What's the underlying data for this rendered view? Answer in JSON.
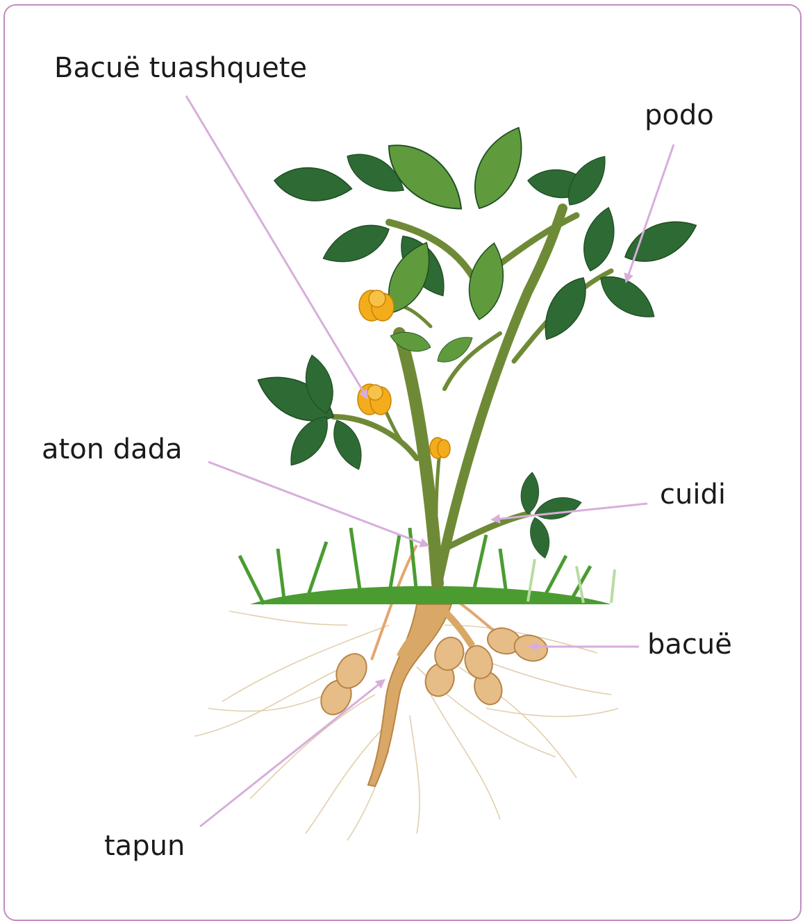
{
  "labels": {
    "flower": "Bacuë tuashquete",
    "leaf": "podo",
    "stem_base": "aton dada",
    "branch": "cuidi",
    "pod": "bacuë",
    "root": "tapun"
  },
  "colors": {
    "frame": "#c08cbf",
    "pointer": "#d7aedb",
    "leaf_dark": "#2e6b34",
    "leaf_light": "#5f9a3c",
    "stem": "#6f8a36",
    "flower": "#f2ac1c",
    "root": "#d9a866",
    "pod": "#e6bd86",
    "grass": "#4a9c31"
  }
}
